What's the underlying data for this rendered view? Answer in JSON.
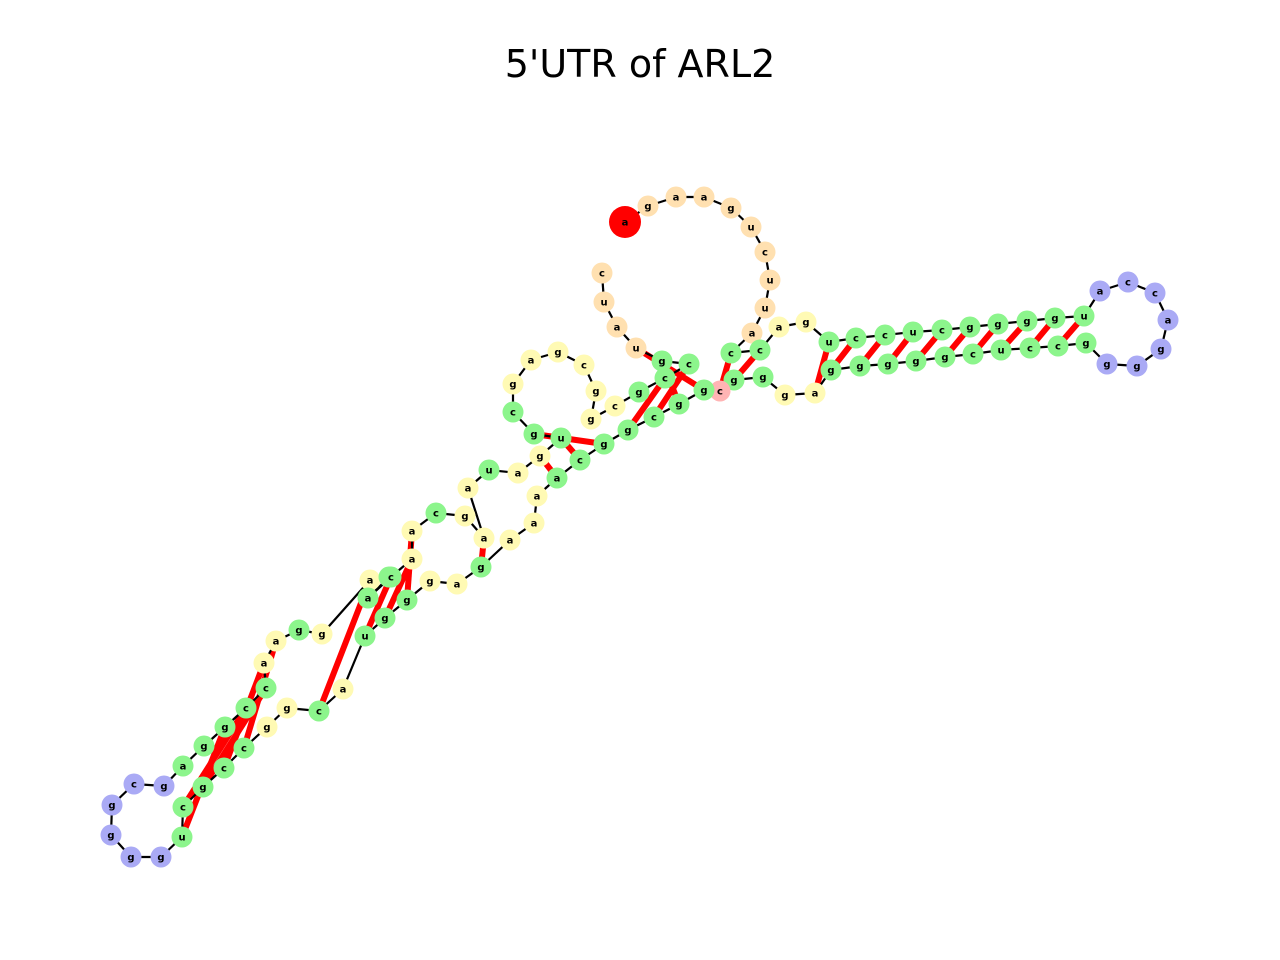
{
  "title": "5'UTR of ARL2",
  "colors": {
    "five_prime_end": "#ff0000",
    "three_prime_end": "#007f00",
    "stem": "#8cf58c",
    "hairpin_loop": "#aaaaf5",
    "internal_loop": "#fffab4",
    "multiloop": "#ffb4b4",
    "exterior": "#ffe0b0",
    "backbone": "#000000",
    "base_pair": "#ff0000"
  },
  "nucleotides": [
    {
      "base": "a",
      "type": "five_prime_end"
    },
    {
      "base": "g",
      "type": "exterior"
    },
    {
      "base": "a",
      "type": "exterior"
    },
    {
      "base": "a",
      "type": "exterior"
    },
    {
      "base": "g",
      "type": "exterior"
    },
    {
      "base": "u",
      "type": "exterior"
    },
    {
      "base": "c",
      "type": "exterior"
    },
    {
      "base": "u",
      "type": "exterior"
    },
    {
      "base": "u",
      "type": "exterior"
    },
    {
      "base": "a",
      "type": "exterior"
    },
    {
      "base": "c",
      "type": "stem"
    },
    {
      "base": "c",
      "type": "stem"
    },
    {
      "base": "a",
      "type": "internal_loop"
    },
    {
      "base": "g",
      "type": "internal_loop"
    },
    {
      "base": "u",
      "type": "stem"
    },
    {
      "base": "c",
      "type": "stem"
    },
    {
      "base": "c",
      "type": "stem"
    },
    {
      "base": "u",
      "type": "stem"
    },
    {
      "base": "c",
      "type": "stem"
    },
    {
      "base": "g",
      "type": "stem"
    },
    {
      "base": "g",
      "type": "stem"
    },
    {
      "base": "g",
      "type": "stem"
    },
    {
      "base": "g",
      "type": "stem"
    },
    {
      "base": "u",
      "type": "stem"
    },
    {
      "base": "a",
      "type": "hairpin_loop"
    },
    {
      "base": "c",
      "type": "hairpin_loop"
    },
    {
      "base": "c",
      "type": "hairpin_loop"
    },
    {
      "base": "a",
      "type": "hairpin_loop"
    },
    {
      "base": "g",
      "type": "hairpin_loop"
    },
    {
      "base": "g",
      "type": "hairpin_loop"
    },
    {
      "base": "g",
      "type": "hairpin_loop"
    },
    {
      "base": "g",
      "type": "stem"
    },
    {
      "base": "c",
      "type": "stem"
    },
    {
      "base": "c",
      "type": "stem"
    },
    {
      "base": "u",
      "type": "stem"
    },
    {
      "base": "c",
      "type": "stem"
    },
    {
      "base": "g",
      "type": "stem"
    },
    {
      "base": "g",
      "type": "stem"
    },
    {
      "base": "g",
      "type": "stem"
    },
    {
      "base": "g",
      "type": "stem"
    },
    {
      "base": "g",
      "type": "stem"
    },
    {
      "base": "a",
      "type": "internal_loop"
    },
    {
      "base": "g",
      "type": "internal_loop"
    },
    {
      "base": "g",
      "type": "stem"
    },
    {
      "base": "g",
      "type": "stem"
    },
    {
      "base": "c",
      "type": "multiloop"
    },
    {
      "base": "g",
      "type": "stem"
    },
    {
      "base": "g",
      "type": "stem"
    },
    {
      "base": "c",
      "type": "stem"
    },
    {
      "base": "g",
      "type": "stem"
    },
    {
      "base": "g",
      "type": "stem"
    },
    {
      "base": "c",
      "type": "stem"
    },
    {
      "base": "a",
      "type": "stem"
    },
    {
      "base": "a",
      "type": "internal_loop"
    },
    {
      "base": "a",
      "type": "internal_loop"
    },
    {
      "base": "a",
      "type": "internal_loop"
    },
    {
      "base": "g",
      "type": "stem"
    },
    {
      "base": "a",
      "type": "internal_loop"
    },
    {
      "base": "g",
      "type": "internal_loop"
    },
    {
      "base": "g",
      "type": "stem"
    },
    {
      "base": "g",
      "type": "stem"
    },
    {
      "base": "u",
      "type": "stem"
    },
    {
      "base": "a",
      "type": "internal_loop"
    },
    {
      "base": "c",
      "type": "stem"
    },
    {
      "base": "g",
      "type": "internal_loop"
    },
    {
      "base": "g",
      "type": "internal_loop"
    },
    {
      "base": "c",
      "type": "stem"
    },
    {
      "base": "c",
      "type": "stem"
    },
    {
      "base": "g",
      "type": "stem"
    },
    {
      "base": "c",
      "type": "stem"
    },
    {
      "base": "u",
      "type": "stem"
    },
    {
      "base": "g",
      "type": "hairpin_loop"
    },
    {
      "base": "g",
      "type": "hairpin_loop"
    },
    {
      "base": "g",
      "type": "hairpin_loop"
    },
    {
      "base": "g",
      "type": "hairpin_loop"
    },
    {
      "base": "c",
      "type": "hairpin_loop"
    },
    {
      "base": "g",
      "type": "hairpin_loop"
    },
    {
      "base": "a",
      "type": "stem"
    },
    {
      "base": "g",
      "type": "stem"
    },
    {
      "base": "g",
      "type": "stem"
    },
    {
      "base": "c",
      "type": "stem"
    },
    {
      "base": "c",
      "type": "stem"
    },
    {
      "base": "a",
      "type": "internal_loop"
    },
    {
      "base": "a",
      "type": "internal_loop"
    },
    {
      "base": "g",
      "type": "stem"
    },
    {
      "base": "g",
      "type": "internal_loop"
    },
    {
      "base": "a",
      "type": "internal_loop"
    },
    {
      "base": "c",
      "type": "stem"
    },
    {
      "base": "a",
      "type": "stem"
    },
    {
      "base": "c",
      "type": "stem"
    },
    {
      "base": "a",
      "type": "internal_loop"
    },
    {
      "base": "a",
      "type": "internal_loop"
    },
    {
      "base": "c",
      "type": "stem"
    },
    {
      "base": "g",
      "type": "internal_loop"
    },
    {
      "base": "a",
      "type": "internal_loop"
    },
    {
      "base": "a",
      "type": "internal_loop"
    },
    {
      "base": "u",
      "type": "stem"
    },
    {
      "base": "a",
      "type": "internal_loop"
    },
    {
      "base": "g",
      "type": "internal_loop"
    },
    {
      "base": "u",
      "type": "stem"
    },
    {
      "base": "g",
      "type": "stem"
    },
    {
      "base": "c",
      "type": "stem"
    },
    {
      "base": "g",
      "type": "internal_loop"
    },
    {
      "base": "a",
      "type": "internal_loop"
    },
    {
      "base": "g",
      "type": "internal_loop"
    },
    {
      "base": "c",
      "type": "internal_loop"
    },
    {
      "base": "g",
      "type": "internal_loop"
    },
    {
      "base": "g",
      "type": "internal_loop"
    },
    {
      "base": "c",
      "type": "internal_loop"
    },
    {
      "base": "g",
      "type": "stem"
    },
    {
      "base": "c",
      "type": "stem"
    },
    {
      "base": "c",
      "type": "stem"
    },
    {
      "base": "g",
      "type": "stem"
    },
    {
      "base": "u",
      "type": "exterior"
    },
    {
      "base": "a",
      "type": "exterior"
    },
    {
      "base": "u",
      "type": "exterior"
    },
    {
      "base": "c",
      "type": "exterior"
    },
    {
      "base": "a",
      "type": "three_prime_end"
    }
  ],
  "base_pairs": [
    [
      11,
      46
    ],
    [
      12,
      45
    ],
    [
      15,
      42
    ],
    [
      16,
      41
    ],
    [
      17,
      40
    ],
    [
      18,
      39
    ],
    [
      19,
      38
    ],
    [
      20,
      37
    ],
    [
      21,
      36
    ],
    [
      22,
      35
    ],
    [
      23,
      34
    ],
    [
      24,
      33
    ],
    [
      47,
      114
    ],
    [
      48,
      113
    ],
    [
      49,
      112
    ],
    [
      50,
      111
    ],
    [
      51,
      101
    ],
    [
      52,
      100
    ],
    [
      53,
      99
    ],
    [
      57,
      95
    ],
    [
      60,
      92
    ],
    [
      61,
      91
    ],
    [
      62,
      90
    ],
    [
      64,
      87
    ],
    [
      67,
      84
    ],
    [
      68,
      83
    ],
    [
      69,
      82
    ],
    [
      70,
      81
    ],
    [
      71,
      80
    ]
  ]
}
